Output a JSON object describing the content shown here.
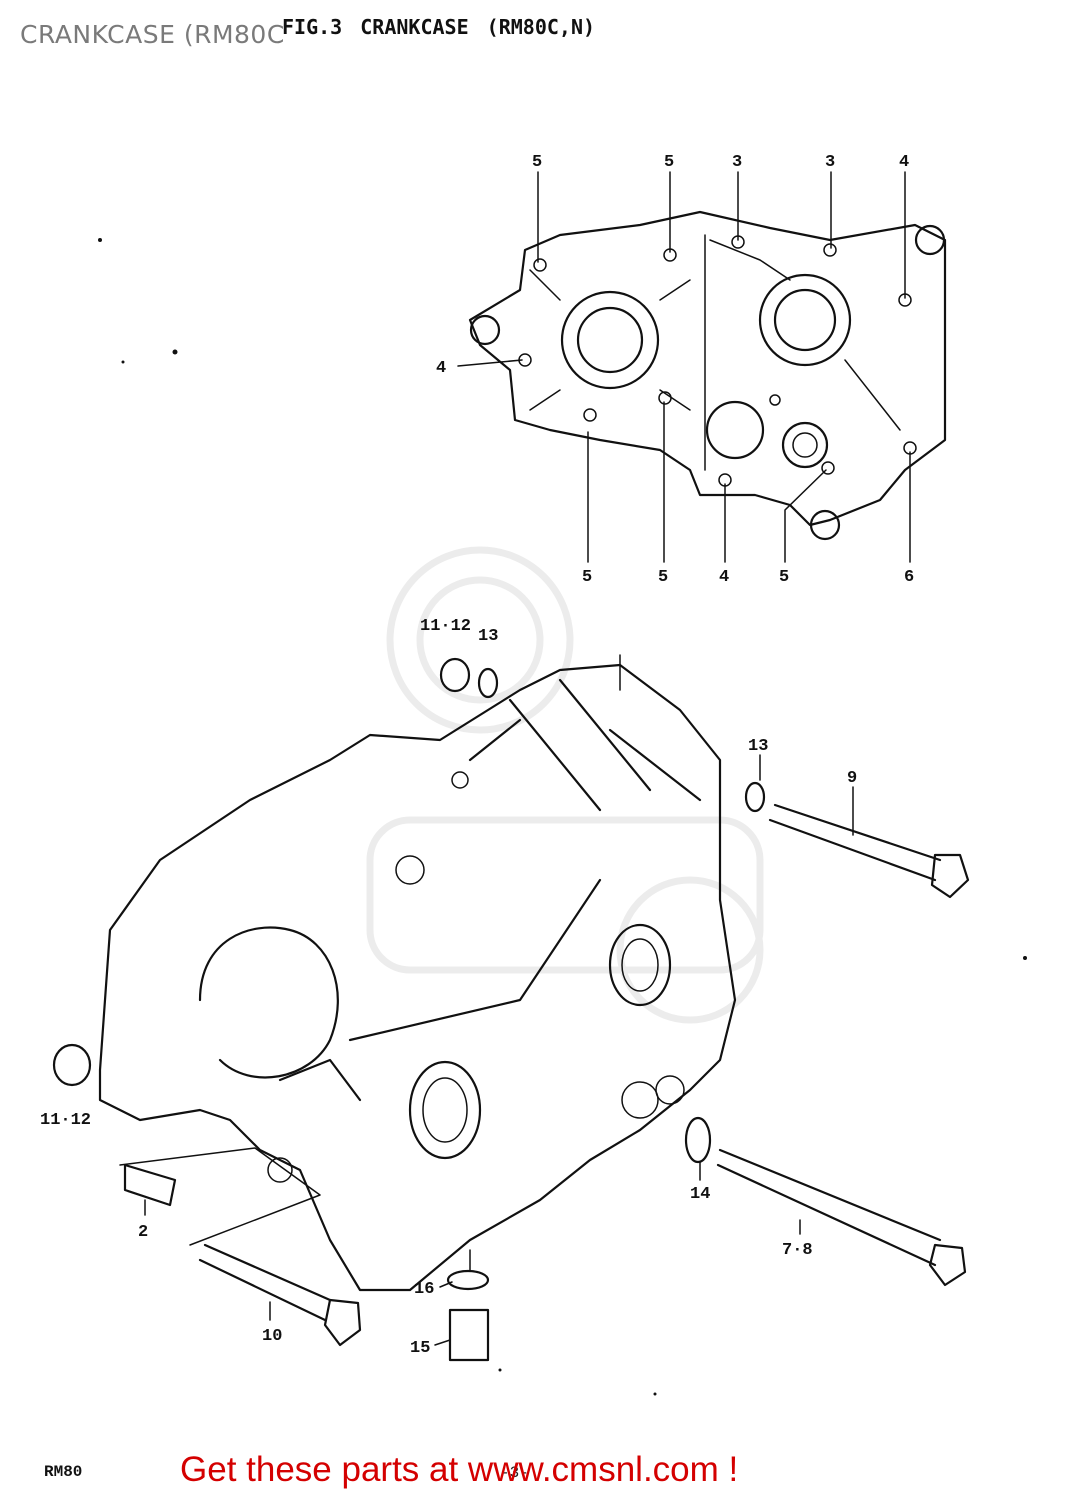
{
  "page_title": "CRANKCASE (RM80C",
  "figure_title": "FIG.3  CRANKCASE (RM80C,N)",
  "callouts": [
    "5",
    "5",
    "3",
    "3",
    "4",
    "4",
    "5",
    "5",
    "4",
    "5",
    "6",
    "11·12",
    "13",
    "13",
    "9",
    "11·12",
    "2",
    "14",
    "7·8",
    "16",
    "15",
    "10"
  ],
  "model_tag": "RM80",
  "page_number": "-3-",
  "footer_link": "Get these parts at www.cmsnl.com !"
}
